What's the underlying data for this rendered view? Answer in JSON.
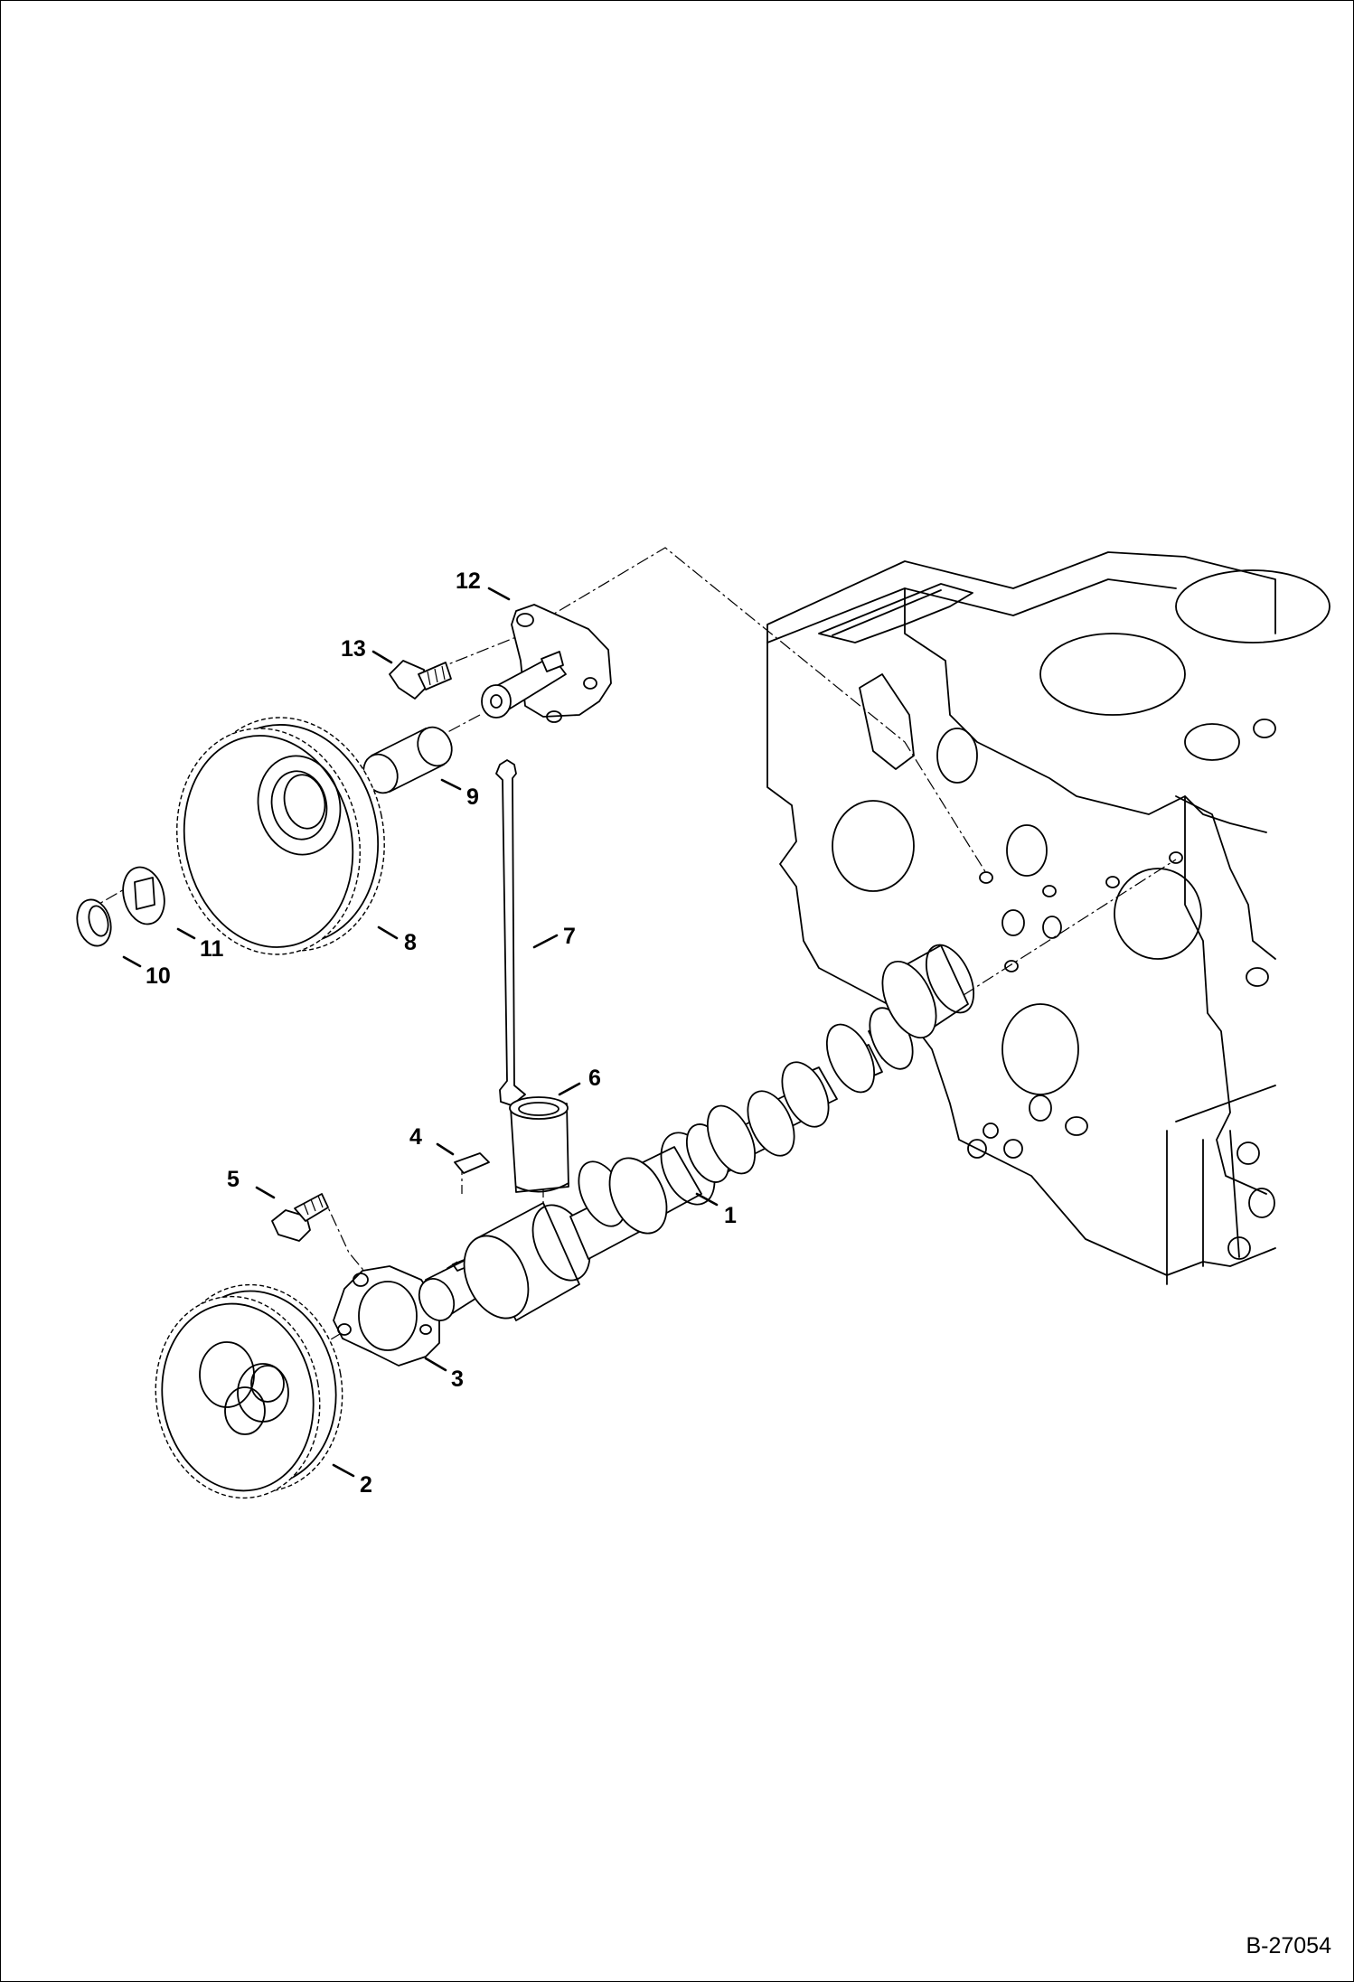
{
  "diagram": {
    "callouts": [
      {
        "id": "1",
        "label": "1"
      },
      {
        "id": "2",
        "label": "2"
      },
      {
        "id": "3",
        "label": "3"
      },
      {
        "id": "4",
        "label": "4"
      },
      {
        "id": "5",
        "label": "5"
      },
      {
        "id": "6",
        "label": "6"
      },
      {
        "id": "7",
        "label": "7"
      },
      {
        "id": "8",
        "label": "8"
      },
      {
        "id": "9",
        "label": "9"
      },
      {
        "id": "10",
        "label": "10"
      },
      {
        "id": "11",
        "label": "11"
      },
      {
        "id": "12",
        "label": "12"
      },
      {
        "id": "13",
        "label": "13"
      }
    ],
    "reference": "B-27054"
  }
}
